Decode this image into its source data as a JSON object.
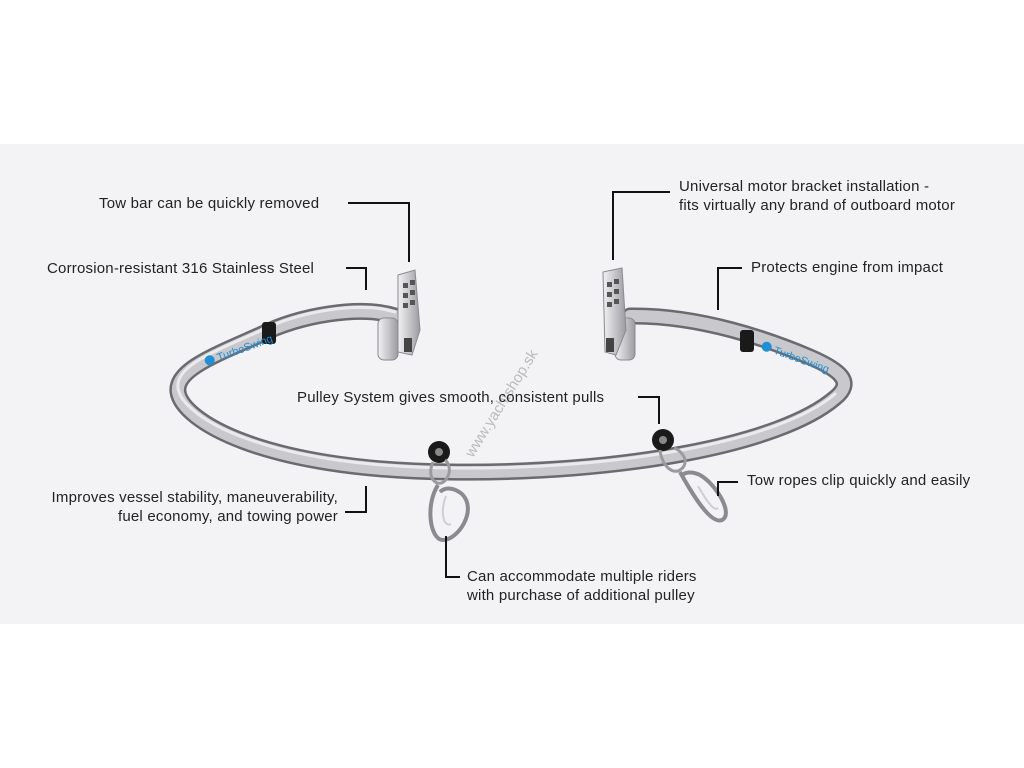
{
  "callouts": {
    "tow_bar_removed": "Tow bar can be quickly removed",
    "stainless": "Corrosion-resistant 316 Stainless Steel",
    "motor_bracket": [
      "Universal motor bracket installation -",
      "fits virtually any brand of outboard motor"
    ],
    "protects_engine": "Protects engine from impact",
    "pulley_system": "Pulley System gives smooth, consistent pulls",
    "vessel_stability": [
      "Improves vessel stability, maneuverability,",
      "fuel economy, and towing power"
    ],
    "tow_ropes": "Tow ropes clip quickly and easily",
    "multiple_riders": [
      "Can accommodate multiple riders",
      "with purchase of additional pulley"
    ]
  },
  "logo_text": "TurboSwing",
  "watermark": "www.yachtshop.sk",
  "colors": {
    "panel": "#f3f3f5",
    "text": "#222222",
    "leader": "#111111",
    "steel": "#b9b9bd",
    "logo_blue": "#1f8fd6"
  }
}
